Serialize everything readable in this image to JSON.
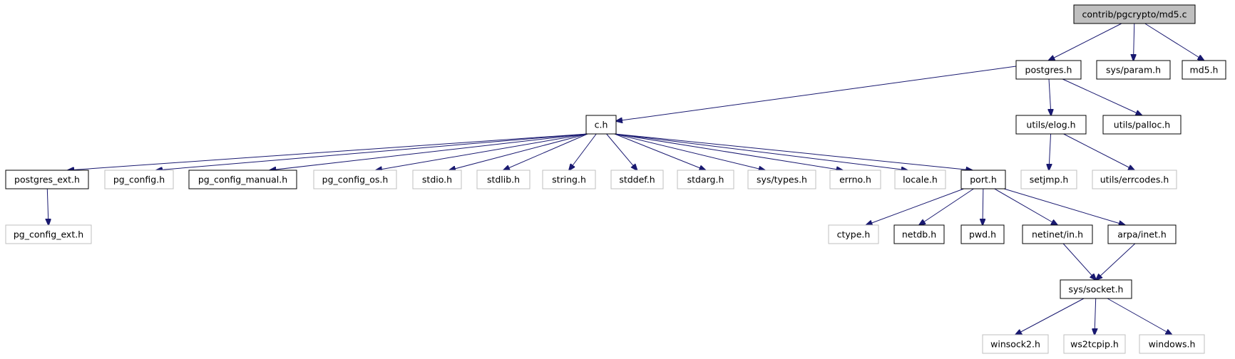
{
  "diagram": {
    "nodes": [
      {
        "id": "md5c",
        "label": "contrib/pgcrypto/md5.c",
        "style": "root"
      },
      {
        "id": "postgres",
        "label": "postgres.h",
        "style": "normal"
      },
      {
        "id": "sysparam",
        "label": "sys/param.h",
        "style": "normal"
      },
      {
        "id": "md5h",
        "label": "md5.h",
        "style": "normal"
      },
      {
        "id": "ch",
        "label": "c.h",
        "style": "normal"
      },
      {
        "id": "elog",
        "label": "utils/elog.h",
        "style": "normal"
      },
      {
        "id": "palloc",
        "label": "utils/palloc.h",
        "style": "normal"
      },
      {
        "id": "pgext",
        "label": "postgres_ext.h",
        "style": "normal"
      },
      {
        "id": "pgconfig",
        "label": "pg_config.h",
        "style": "missing"
      },
      {
        "id": "pgmanual",
        "label": "pg_config_manual.h",
        "style": "normal"
      },
      {
        "id": "pgos",
        "label": "pg_config_os.h",
        "style": "missing"
      },
      {
        "id": "stdio",
        "label": "stdio.h",
        "style": "missing"
      },
      {
        "id": "stdlib",
        "label": "stdlib.h",
        "style": "missing"
      },
      {
        "id": "string",
        "label": "string.h",
        "style": "missing"
      },
      {
        "id": "stddef",
        "label": "stddef.h",
        "style": "missing"
      },
      {
        "id": "stdarg",
        "label": "stdarg.h",
        "style": "missing"
      },
      {
        "id": "systypes",
        "label": "sys/types.h",
        "style": "missing"
      },
      {
        "id": "errno",
        "label": "errno.h",
        "style": "missing"
      },
      {
        "id": "locale",
        "label": "locale.h",
        "style": "missing"
      },
      {
        "id": "port",
        "label": "port.h",
        "style": "normal"
      },
      {
        "id": "setjmp",
        "label": "setjmp.h",
        "style": "missing"
      },
      {
        "id": "errcodes",
        "label": "utils/errcodes.h",
        "style": "missing"
      },
      {
        "id": "pgconfigext",
        "label": "pg_config_ext.h",
        "style": "missing"
      },
      {
        "id": "ctype",
        "label": "ctype.h",
        "style": "missing"
      },
      {
        "id": "netdb",
        "label": "netdb.h",
        "style": "normal"
      },
      {
        "id": "pwd",
        "label": "pwd.h",
        "style": "normal"
      },
      {
        "id": "netinet",
        "label": "netinet/in.h",
        "style": "normal"
      },
      {
        "id": "arpa",
        "label": "arpa/inet.h",
        "style": "normal"
      },
      {
        "id": "socket",
        "label": "sys/socket.h",
        "style": "normal"
      },
      {
        "id": "winsock2",
        "label": "winsock2.h",
        "style": "missing"
      },
      {
        "id": "ws2tcpip",
        "label": "ws2tcpip.h",
        "style": "missing"
      },
      {
        "id": "windows",
        "label": "windows.h",
        "style": "missing"
      }
    ],
    "edges": [
      [
        "md5c",
        "postgres"
      ],
      [
        "md5c",
        "sysparam"
      ],
      [
        "md5c",
        "md5h"
      ],
      [
        "postgres",
        "ch"
      ],
      [
        "postgres",
        "elog"
      ],
      [
        "postgres",
        "palloc"
      ],
      [
        "ch",
        "pgext"
      ],
      [
        "ch",
        "pgconfig"
      ],
      [
        "ch",
        "pgmanual"
      ],
      [
        "ch",
        "pgos"
      ],
      [
        "ch",
        "stdio"
      ],
      [
        "ch",
        "stdlib"
      ],
      [
        "ch",
        "string"
      ],
      [
        "ch",
        "stddef"
      ],
      [
        "ch",
        "stdarg"
      ],
      [
        "ch",
        "systypes"
      ],
      [
        "ch",
        "errno"
      ],
      [
        "ch",
        "locale"
      ],
      [
        "ch",
        "port"
      ],
      [
        "elog",
        "setjmp"
      ],
      [
        "elog",
        "errcodes"
      ],
      [
        "pgext",
        "pgconfigext"
      ],
      [
        "port",
        "ctype"
      ],
      [
        "port",
        "netdb"
      ],
      [
        "port",
        "pwd"
      ],
      [
        "port",
        "netinet"
      ],
      [
        "port",
        "arpa"
      ],
      [
        "netinet",
        "socket"
      ],
      [
        "arpa",
        "socket"
      ],
      [
        "socket",
        "winsock2"
      ],
      [
        "socket",
        "ws2tcpip"
      ],
      [
        "socket",
        "windows"
      ]
    ],
    "colors": {
      "edge": "#191970",
      "root_fill": "#bfbfbf",
      "normal_border": "#000000",
      "missing_border": "#bfbfbf",
      "text": "#000000"
    }
  }
}
